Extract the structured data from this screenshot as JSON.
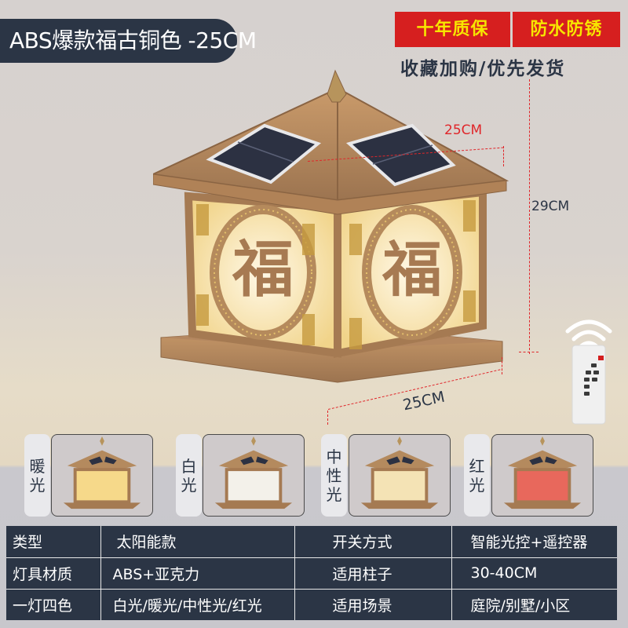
{
  "header": {
    "title": "ABS爆款福古铜色 -25CM",
    "badges": [
      "十年质保",
      "防水防锈"
    ],
    "subtitle": "收藏加购/优先发货"
  },
  "dimensions": {
    "top_width": "25CM",
    "height": "29CM",
    "base_width": "25CM"
  },
  "colors": {
    "title_bg": "#2b3545",
    "badge_bg": "#d61f1f",
    "badge_text": "#f7e600",
    "dim_red": "#e0262a",
    "lamp_bronze": "#b98a5e"
  },
  "remote": {
    "icon": "remote-control-icon",
    "signal_icon": "wifi-signal-icon"
  },
  "variants": [
    {
      "label": "暖光",
      "chars": [
        "暖",
        "光"
      ],
      "glow": "#f6d98a"
    },
    {
      "label": "白光",
      "chars": [
        "白",
        "光"
      ],
      "glow": "#f3f1ea"
    },
    {
      "label": "中性光",
      "chars": [
        "中",
        "性",
        "光"
      ],
      "glow": "#f4e3b5"
    },
    {
      "label": "红光",
      "chars": [
        "红",
        "光"
      ],
      "glow": "#e8685c"
    }
  ],
  "specs": {
    "rows": [
      {
        "k1": "类型",
        "v1": "太阳能款",
        "k2": "开关方式",
        "v2": "智能光控+遥控器"
      },
      {
        "k1": "灯具材质",
        "v1": "ABS+亚克力",
        "k2": "适用柱子",
        "v2": "30-40CM"
      },
      {
        "k1": "一灯四色",
        "v1": "白光/暖光/中性光/红光",
        "k2": "适用场景",
        "v2": "庭院/别墅/小区"
      }
    ]
  }
}
